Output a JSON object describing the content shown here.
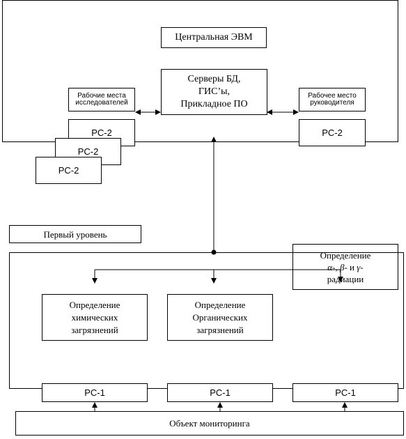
{
  "top": {
    "central": "Центральная ЭВМ",
    "servers": "Серверы БД,\nГИС’ы,\nПрикладное ПО",
    "researchers": "Рабочие места\nисследователей",
    "manager": "Рабочее место\nруководителя",
    "pc2": "PC-2"
  },
  "level_label": "Первый уровень",
  "bottom": {
    "radiation": {
      "line1": "Определение",
      "alpha": "α",
      "sep1": "-, ",
      "beta": "β",
      "sep2": "- и ",
      "gamma": "γ",
      "sep3": "-",
      "line3": "радиации"
    },
    "chemical": "Определение\nхимических\nзагрязнений",
    "organic": "Определение\nОрганических\nзагрязнений",
    "pc1": "PC-1",
    "object": "Объект мониторинга"
  }
}
